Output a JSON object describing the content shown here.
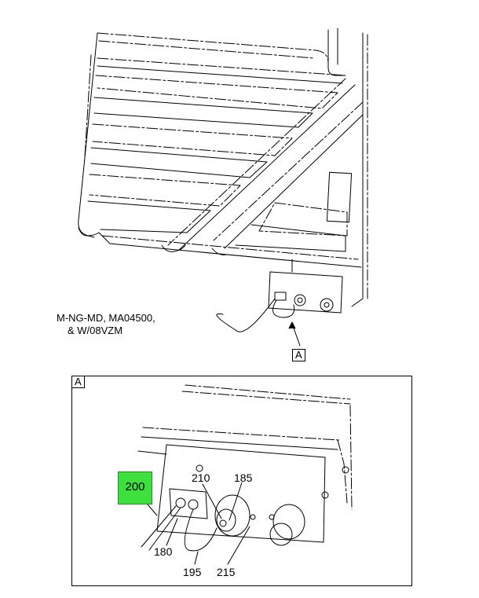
{
  "note": {
    "line1": "M-NG-MD, MA04500,",
    "line2": "& W/08VZM"
  },
  "view_tag": "A",
  "detail_tag": "A",
  "callouts": {
    "c200": "200",
    "c210": "210",
    "c185": "185",
    "c180": "180",
    "c195": "195",
    "c215": "215"
  },
  "highlight_color": "#3ee03e"
}
